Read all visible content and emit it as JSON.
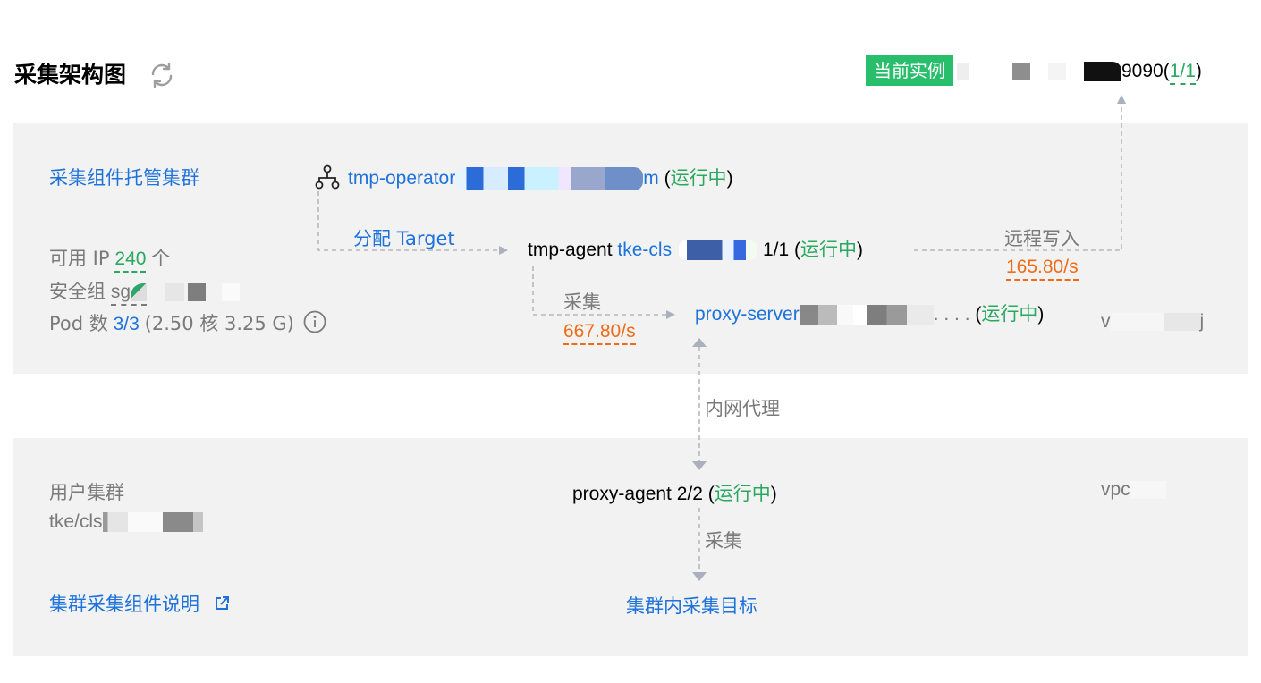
{
  "header": {
    "title": "采集架构图",
    "current_instance_label": "当前实例",
    "instance_port": "9090",
    "instance_count": "1/1"
  },
  "top_section": {
    "title": "采集组件托管集群",
    "available_ip_label": "可用 IP",
    "available_ip_value": "240",
    "available_ip_unit": "个",
    "security_group_label": "安全组",
    "security_group_prefix": "sg",
    "pod_label": "Pod 数",
    "pod_value": "3/3",
    "pod_resources": "(2.50 核 3.25 G)",
    "operator_name_prefix": "tmp-operator",
    "operator_name_suffix": "m",
    "status_running": "运行中",
    "assign_target_label": "分配 Target",
    "agent_prefix": "tmp-agent",
    "agent_cluster": "tke-cls",
    "agent_count": "1/1",
    "remote_write_label": "远程写入",
    "remote_write_rate": "165.80/s",
    "collect_label": "采集",
    "collect_rate": "667.80/s",
    "proxy_server_name": "proxy-server",
    "proxy_server_suffix": ". . . .",
    "vpc_prefix": "v",
    "vpc_suffix": "j"
  },
  "middle": {
    "intranet_proxy_label": "内网代理"
  },
  "bottom_section": {
    "title": "用户集群",
    "cluster_prefix": "tke/cls",
    "proxy_agent_name": "proxy-agent",
    "proxy_agent_count": "2/2",
    "status_running": "运行中",
    "vpc_prefix": "vpc",
    "collect_label": "采集",
    "collect_targets_link": "集群内采集目标",
    "docs_link": "集群采集组件说明"
  },
  "colors": {
    "link_blue": "#1d72db",
    "status_green": "#29a85f",
    "rate_orange": "#ef6b15",
    "badge_green": "#29be6b",
    "section_bg": "#f2f2f2"
  },
  "icons": [
    "refresh-icon",
    "topology-icon",
    "info-icon",
    "external-link-icon"
  ]
}
